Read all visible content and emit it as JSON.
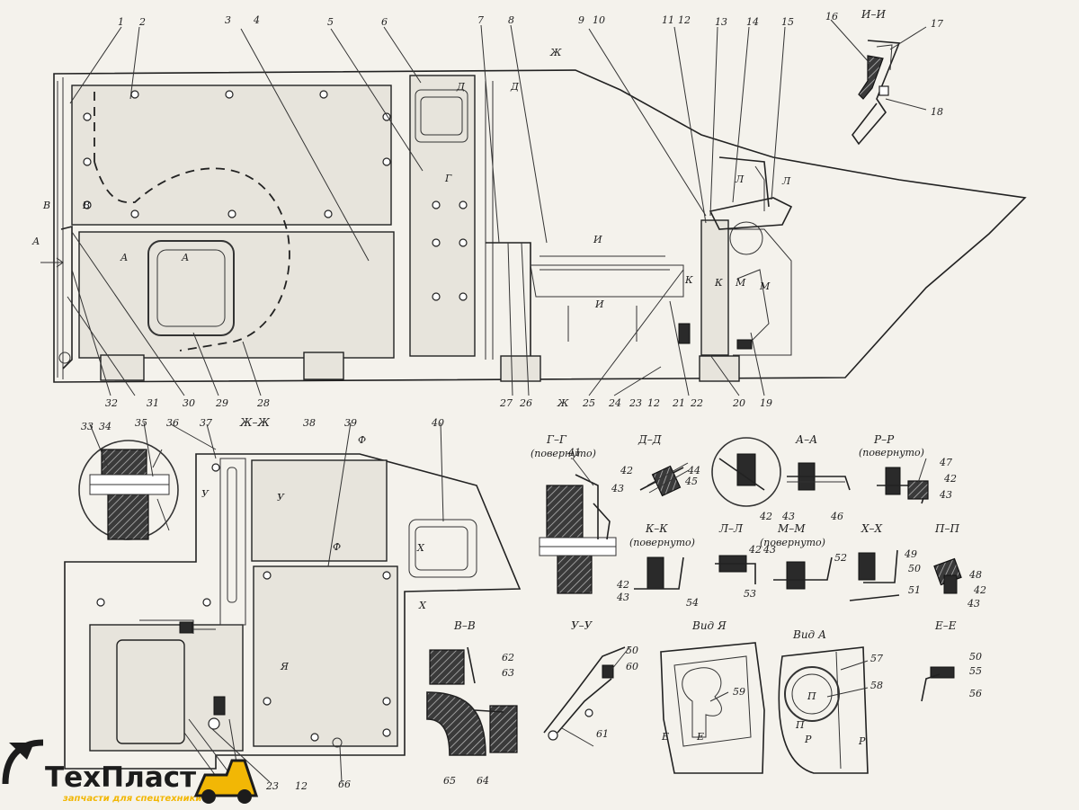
{
  "logo": {
    "name": "ТехПласт",
    "tagline": "запчасти для спецтехники",
    "accent": "#f2b705"
  },
  "callouts": {
    "c1": "1",
    "c2": "2",
    "c3_4a": "3",
    "c3_4b": "4",
    "c5": "5",
    "c6": "6",
    "c7": "7",
    "c8": "8",
    "c9_10a": "9",
    "c9_10b": "10",
    "c11_12a": "11",
    "c11_12b": "12",
    "c13": "13",
    "c14": "14",
    "c15": "15",
    "c16": "16",
    "c17": "17",
    "c18": "18",
    "c32": "32",
    "c31": "31",
    "c30": "30",
    "c29": "29",
    "c28": "28",
    "c27": "27",
    "c26": "26",
    "c25": "25",
    "c24": "24",
    "c23b": "23",
    "c12b": "12",
    "c21": "21",
    "c22": "22",
    "c20": "20",
    "c19": "19",
    "c33": "33",
    "c34": "34",
    "c35": "35",
    "c36": "36",
    "c37": "37",
    "c38": "38",
    "c39": "39",
    "c40": "40",
    "c41": "41",
    "c42a": "42",
    "c43a": "43",
    "c44": "44",
    "c45": "45",
    "c42b": "42",
    "c43b": "43",
    "c46": "46",
    "c47": "47",
    "c42c": "42",
    "c43c": "43",
    "c42d": "42",
    "c43d": "43",
    "c54": "54",
    "c53": "53",
    "c42e": "42",
    "c43e": "43",
    "c52": "52",
    "c49": "49",
    "c50a": "50",
    "c51": "51",
    "c48": "48",
    "c42f": "42",
    "c43f": "43",
    "c62": "62",
    "c63": "63",
    "c65": "65",
    "c64": "64",
    "c50b": "50",
    "c60": "60",
    "c61": "61",
    "c59": "59",
    "c57": "57",
    "c58": "58",
    "c50c": "50",
    "c55": "55",
    "c56": "56",
    "c23c": "23",
    "c12c": "12",
    "c66": "66"
  },
  "sections": {
    "ii": "И–И",
    "gg": "Г–Г",
    "gg_note": "(повернуто)",
    "dd": "Д–Д",
    "aa": "А–А",
    "rr": "Р–Р",
    "rr_note": "(повернуто)",
    "kk": "К–К",
    "kk_note": "(повернуто)",
    "ll": "Л–Л",
    "mm": "М–М",
    "mm_note": "(повернуто)",
    "xx": "Х–Х",
    "pp": "П–П",
    "vv": "В–В",
    "uu": "У–У",
    "view_ya": "Вид Я",
    "view_a": "Вид А",
    "ee": "Е–Е",
    "zhzh": "Ж–Ж"
  },
  "markers": {
    "zh_top": "Ж",
    "zh_bottom": "Ж",
    "d1": "Д",
    "d2": "Д",
    "g": "Г",
    "i1": "И",
    "i2": "И",
    "l1": "Л",
    "l2": "Л",
    "k1": "К",
    "k2": "К",
    "m1": "М",
    "m2": "М",
    "v1": "В",
    "v2": "В",
    "a_arrow": "А",
    "a1": "А",
    "a2": "А",
    "f1": "Ф",
    "f2": "Ф",
    "u1": "У",
    "u2": "У",
    "x1": "Х",
    "x2": "Х",
    "ya": "Я",
    "e1": "Е",
    "e2": "Е",
    "p1": "П",
    "p2": "П",
    "r1": "Р",
    "r2": "Р"
  }
}
